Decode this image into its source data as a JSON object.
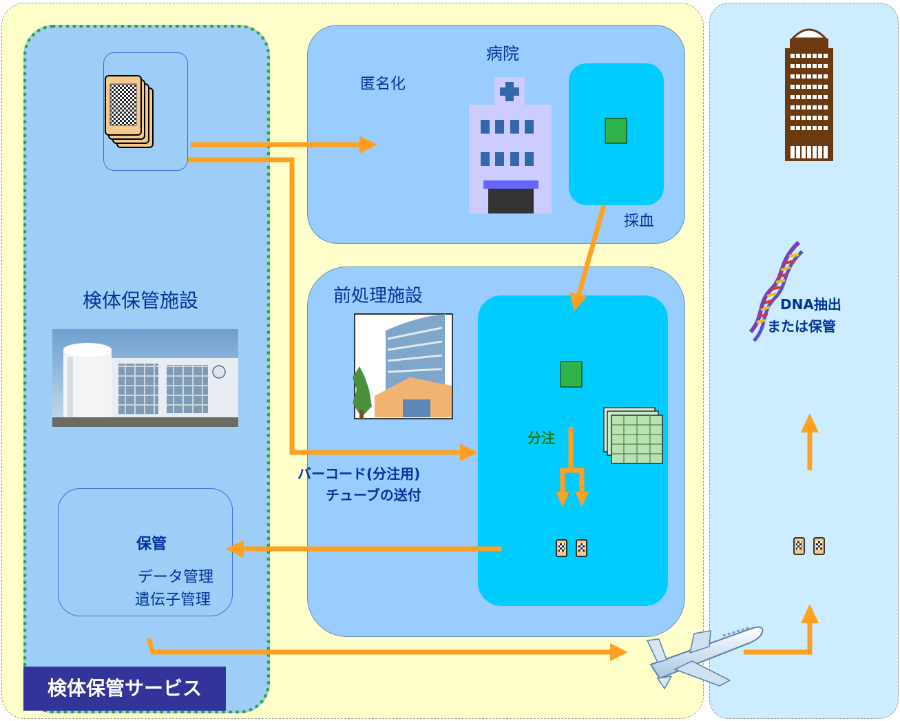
{
  "service_label": "検体保管サービス",
  "storage_facility": {
    "title": "検体保管施設",
    "storage_title": "保管",
    "storage_lines": [
      "データ管理",
      "遺伝子管理"
    ]
  },
  "hospital": {
    "title": "病院",
    "anonymize": "匿名化",
    "blood_draw": "採血"
  },
  "pretreatment": {
    "title": "前処理施設",
    "dispense": "分注",
    "barcode_lines": [
      "バーコード(分注用)",
      "チューブの送付"
    ]
  },
  "destination": {
    "dna_lines": [
      "DNA抽出",
      "または保管"
    ]
  },
  "colors": {
    "arrow": "#ffa020",
    "sample_green": "#2eb34a",
    "panel_blue": "#99ccff",
    "cyan": "#00ccff"
  }
}
